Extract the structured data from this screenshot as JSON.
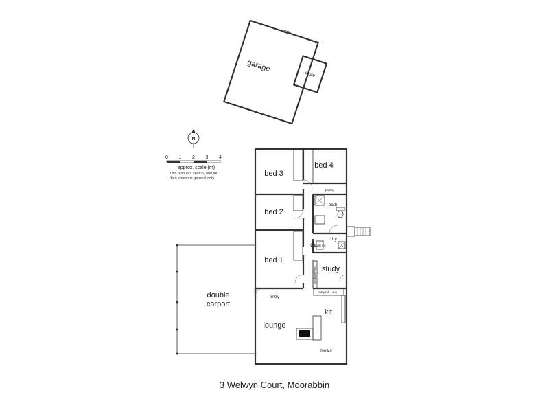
{
  "garage": {
    "label": "garage",
    "store_label": "store"
  },
  "rooms": {
    "bed3": "bed 3",
    "bed4": "bed 4",
    "bed2": "bed 2",
    "bed1": "bed 1",
    "bath": "bath",
    "pantry": "pantry",
    "ldry": "l'dry",
    "study": "study",
    "entry": "entry",
    "kit": "kit.",
    "lounge": "lounge",
    "meals": "meals",
    "carport": [
      "double",
      "carport"
    ]
  },
  "fixtures": {
    "bookshelves": "Bookshelves",
    "pantry_small": "pntry",
    "fridge": "ref",
    "oven": "ovn",
    "washer": "wash mc"
  },
  "scale": {
    "ticks": [
      "0",
      "1",
      "2",
      "3",
      "4"
    ],
    "label": "approx. scale (m)",
    "note_lines": [
      "This plan is a sketch, and all",
      "data shown is general only."
    ]
  },
  "compass": {
    "letter": "N"
  },
  "caption": "3 Welwyn Court, Moorabbin"
}
